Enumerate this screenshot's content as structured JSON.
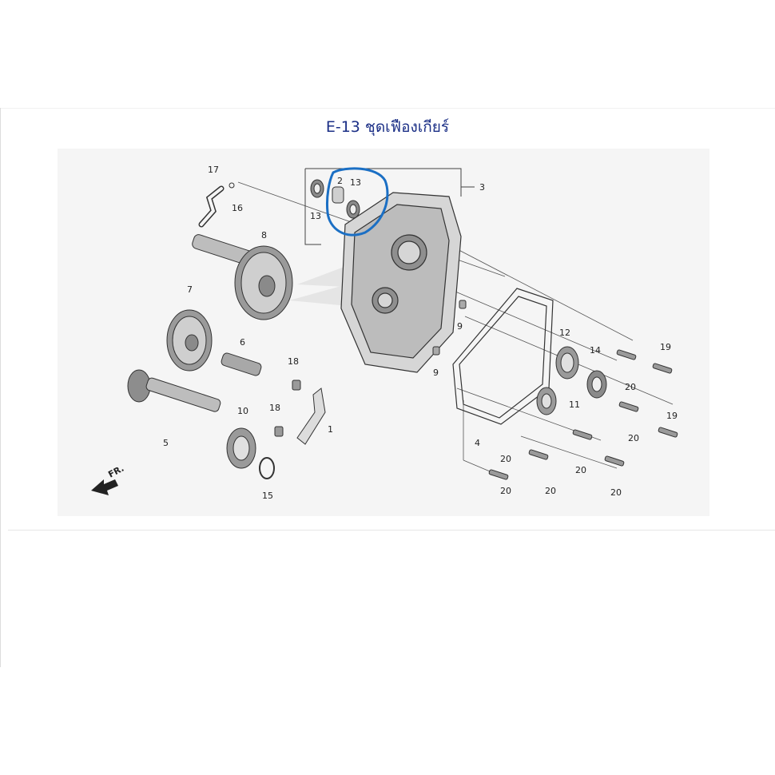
{
  "page": {
    "title": "E-13 ชุดเฟืองเกียร์"
  },
  "diagram": {
    "direction_label": "FR.",
    "highlight_color": "#1b6fc4",
    "part_labels": {
      "p1": "1",
      "p2": "2",
      "p3": "3",
      "p4": "4",
      "p5": "5",
      "p6": "6",
      "p7": "7",
      "p8": "8",
      "p9a": "9",
      "p9b": "9",
      "p10": "10",
      "p11": "11",
      "p12": "12",
      "p13a": "13",
      "p13b": "13",
      "p14": "14",
      "p15": "15",
      "p16": "16",
      "p17": "17",
      "p18a": "18",
      "p18b": "18",
      "p19a": "19",
      "p19b": "19",
      "p20a": "20",
      "p20b": "20",
      "p20c": "20",
      "p20d": "20",
      "p20e": "20",
      "p20f": "20",
      "p20g": "20"
    }
  }
}
